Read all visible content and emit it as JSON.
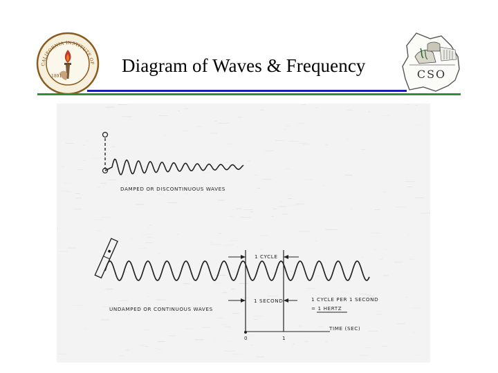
{
  "slide": {
    "title": "Diagram of Waves & Frequency",
    "colors": {
      "title_rule": "#1b1bb0",
      "footer_rule": "#2e8f34",
      "seal_ring": "#8a5a1f",
      "flame": "#c0392b"
    }
  },
  "logos": {
    "left": {
      "icon": "caltech-seal",
      "ring_text": "CALIFORNIA INSTITUTE OF TECHNOLOGY",
      "year": "1891"
    },
    "right": {
      "icon": "cso-observatory-logo",
      "text": "CSO"
    }
  },
  "figure": {
    "damped_label": "DAMPED OR DISCONTINUOUS WAVES",
    "undamped_label": "UNDAMPED OR CONTINUOUS WAVES",
    "cycle_label": "1 CYCLE",
    "second_label": "1 SECOND",
    "frequency_label_1": "1 CYCLE PER 1 SECOND",
    "frequency_label_2": "= 1 HERTZ",
    "time_axis_label": "TIME (SEC)",
    "tick_zero": "0",
    "tick_one": "1"
  }
}
